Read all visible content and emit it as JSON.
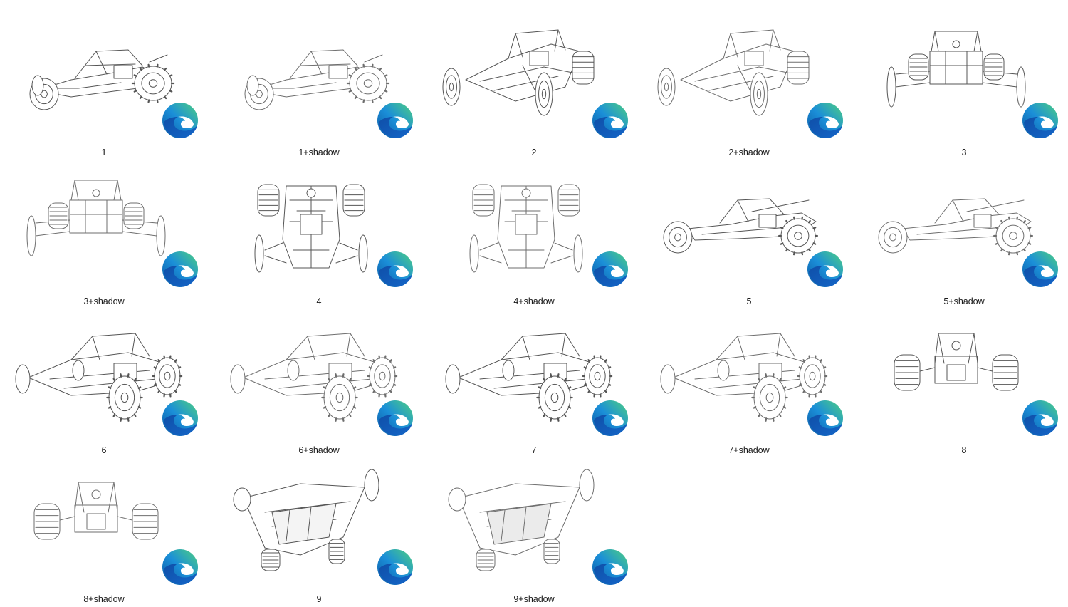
{
  "files": [
    {
      "name": "1",
      "view": "side-left"
    },
    {
      "name": "1+shadow",
      "view": "side-left"
    },
    {
      "name": "2",
      "view": "three-quarter-front"
    },
    {
      "name": "2+shadow",
      "view": "three-quarter-front"
    },
    {
      "name": "3",
      "view": "front"
    },
    {
      "name": "3+shadow",
      "view": "front"
    },
    {
      "name": "4",
      "view": "top"
    },
    {
      "name": "4+shadow",
      "view": "top"
    },
    {
      "name": "5",
      "view": "side-right"
    },
    {
      "name": "5+shadow",
      "view": "side-right"
    },
    {
      "name": "6",
      "view": "three-quarter-rear"
    },
    {
      "name": "6+shadow",
      "view": "three-quarter-rear"
    },
    {
      "name": "7",
      "view": "three-quarter-rear"
    },
    {
      "name": "7+shadow",
      "view": "three-quarter-rear"
    },
    {
      "name": "8",
      "view": "rear"
    },
    {
      "name": "8+shadow",
      "view": "rear"
    },
    {
      "name": "9",
      "view": "underside"
    },
    {
      "name": "9+shadow",
      "view": "underside"
    }
  ],
  "file_type_icon": "microsoft-edge-icon",
  "colors": {
    "background": "#ffffff",
    "label_text": "#1a1a1a",
    "sketch_stroke": "#555555",
    "edge_blue": "#1b5fc1",
    "edge_green": "#4fd17f"
  }
}
